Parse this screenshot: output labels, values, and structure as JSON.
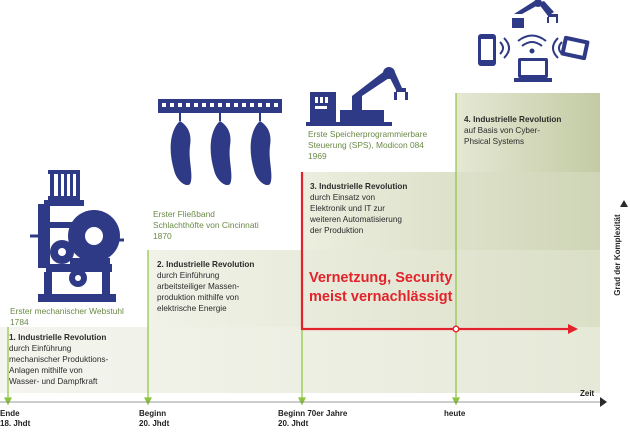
{
  "milestones": [
    {
      "id": "webstuhl",
      "caption": [
        "Erster mechanischer Webstuhl",
        "1784"
      ],
      "revolution_title": "1. Industrielle Revolution",
      "revolution_lines": [
        "durch Einführung",
        "mechanischer Produktions-",
        "Anlagen mithilfe von",
        "Wasser- und Dampfkraft"
      ],
      "axis_label": [
        "Ende",
        "18. Jhdt"
      ]
    },
    {
      "id": "fliessband",
      "caption": [
        "Erster Fließband",
        "Schlachthöfte von Cincinnati",
        "1870"
      ],
      "revolution_title": "2. Industrielle Revolution",
      "revolution_lines": [
        "durch Einführung",
        "arbeitsteiliger Massen-",
        "produktion mithilfe von",
        "elektrische Energie"
      ],
      "axis_label": [
        "Beginn",
        "20. Jhdt"
      ]
    },
    {
      "id": "sps",
      "caption": [
        "Erste Speicherprogrammierbare",
        "Steuerung (SPS), Modicon 084",
        "1969"
      ],
      "revolution_title": "3. Industrielle Revolution",
      "revolution_lines": [
        "durch Einsatz von",
        "Elektronik und IT zur",
        "weiteren Automatisierung",
        "der Produktion"
      ],
      "axis_label": [
        "Beginn 70er Jahre",
        "20. Jhdt"
      ]
    },
    {
      "id": "cps",
      "caption": [],
      "revolution_title": "4. Industrielle Revolution",
      "revolution_lines": [
        "auf Basis von Cyber-",
        "Phsical Systems"
      ],
      "axis_label": [
        "heute"
      ]
    }
  ],
  "annotation": {
    "lines": [
      "Vernetzung, Security",
      "meist vernachlässigt"
    ],
    "color": "#e3232b"
  },
  "axes": {
    "x_label": "Zeit",
    "y_label": "Grad der Komplexität"
  },
  "icons": {
    "webstuhl": "loom-icon",
    "fliessband": "assembly-line-icon",
    "sps": "robot-arm-icon",
    "cps": "connected-devices-icon"
  },
  "colors": {
    "icon": "#2f3a86",
    "marker_line": "#8cc43f",
    "annotation": "#e3232b"
  }
}
